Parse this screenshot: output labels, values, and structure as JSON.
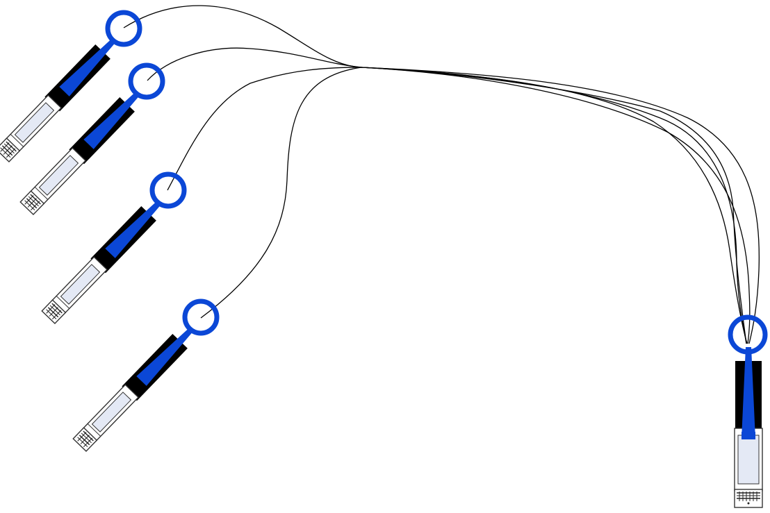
{
  "diagram": {
    "description_label": "",
    "colors": {
      "pull_tab": "#0b47d6",
      "boot": "#000000",
      "cable": "#000000",
      "housing_fill": "#e4e9f5",
      "housing_stroke": "#333333",
      "background": "#ffffff"
    },
    "connectors": [
      {
        "name": "sfp-connector-1",
        "icon": "sfp-plug-icon"
      },
      {
        "name": "sfp-connector-2",
        "icon": "sfp-plug-icon"
      },
      {
        "name": "sfp-connector-3",
        "icon": "sfp-plug-icon"
      },
      {
        "name": "sfp-connector-4",
        "icon": "sfp-plug-icon"
      },
      {
        "name": "qsfp-connector",
        "icon": "qsfp-plug-icon"
      }
    ]
  }
}
